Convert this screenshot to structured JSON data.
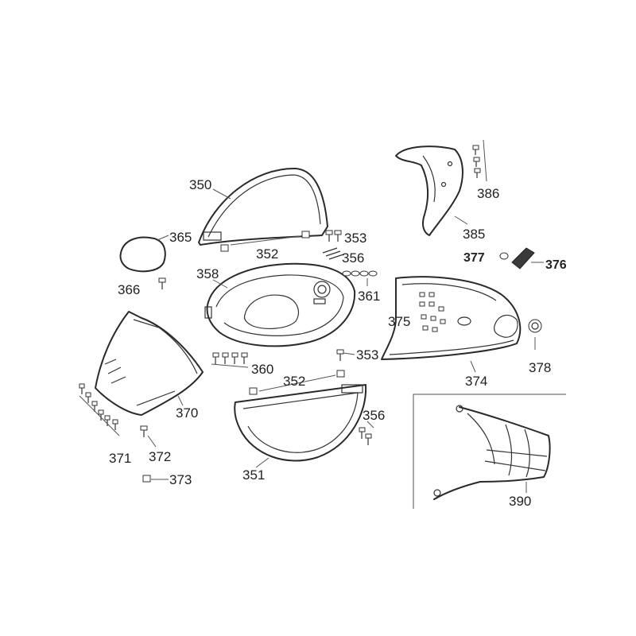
{
  "labels": {
    "p350": "350",
    "p365": "365",
    "p366": "366",
    "p352a": "352",
    "p353a": "353",
    "p356a": "356",
    "p358": "358",
    "p361": "361",
    "p360": "360",
    "p353b": "353",
    "p352b": "352",
    "p370": "370",
    "p371": "371",
    "p372": "372",
    "p373": "373",
    "p351": "351",
    "p356b": "356",
    "p375": "375",
    "p374": "374",
    "p378": "378",
    "p377": "377",
    "p376": "376",
    "p386": "386",
    "p385": "385",
    "p390": "390"
  }
}
